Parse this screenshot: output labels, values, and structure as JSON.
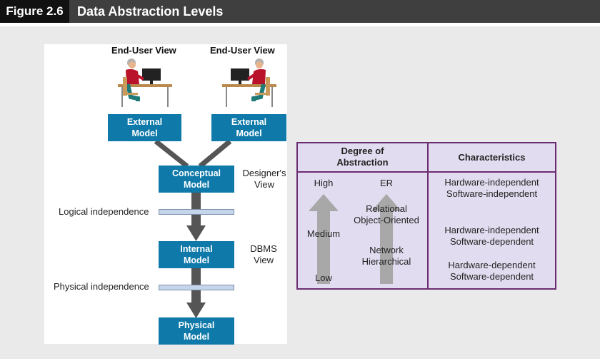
{
  "header": {
    "tag": "Figure 2.6",
    "title": "Data Abstraction Levels"
  },
  "diagram": {
    "end_user_view_left": "End-User View",
    "end_user_view_right": "End-User View",
    "external_model_left": "External\nModel",
    "external_model_right": "External\nModel",
    "conceptual_model": "Conceptual\nModel",
    "designers_view": "Designer's\nView",
    "logical_independence": "Logical independence",
    "internal_model": "Internal\nModel",
    "dbms_view": "DBMS\nView",
    "physical_independence": "Physical independence",
    "physical_model": "Physical\nModel"
  },
  "table": {
    "col1_header": "Degree of\nAbstraction",
    "col2_header": "Characteristics",
    "levels": {
      "high": "High",
      "medium": "Medium",
      "low": "Low"
    },
    "models": {
      "top": "ER",
      "middle": "Relational\nObject-Oriented",
      "bottom": "Network\nHierarchical"
    },
    "characteristics": [
      "Hardware-independent\nSoftware-independent",
      "Hardware-independent\nSoftware-dependent",
      "Hardware-dependent\nSoftware-dependent"
    ]
  },
  "colors": {
    "box_blue": "#0f79a9",
    "table_border": "#6b2d72",
    "table_fill": "#e1dcef",
    "arrow_grey": "#a8a8a8"
  }
}
